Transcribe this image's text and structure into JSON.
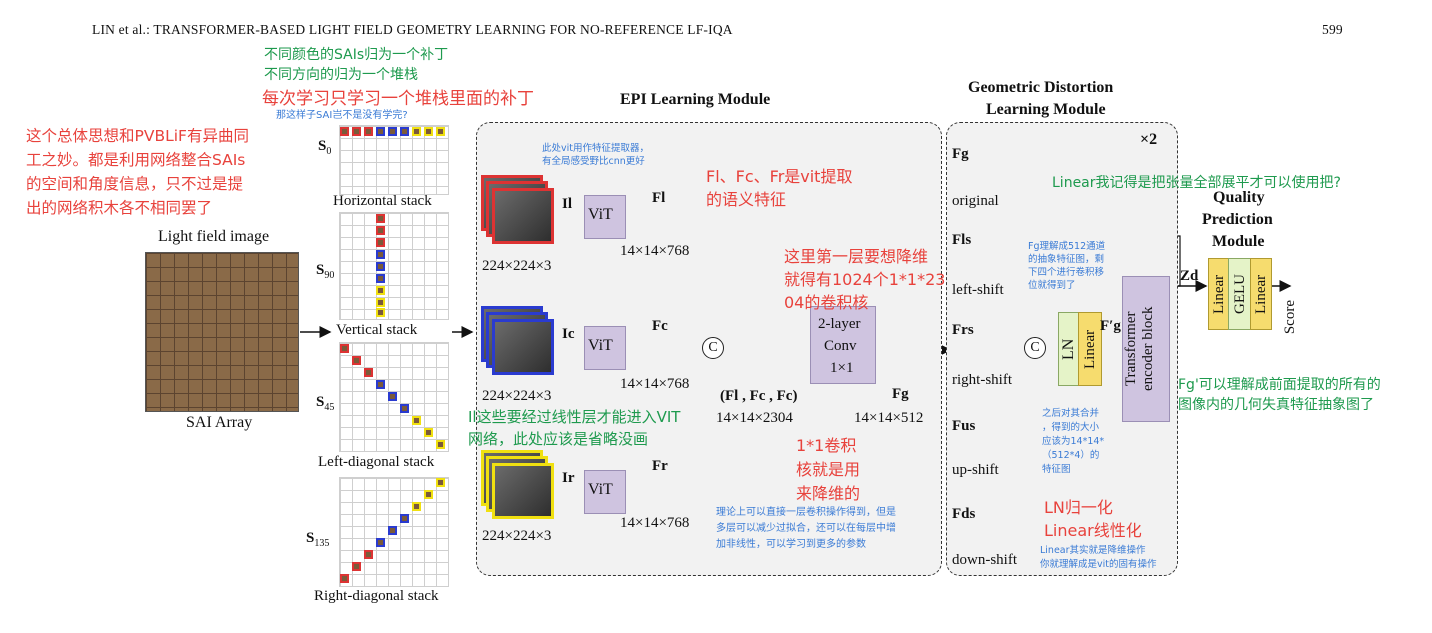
{
  "header": {
    "title": "LIN et al.: TRANSFORMER-BASED LIGHT FIELD GEOMETRY LEARNING FOR NO-REFERENCE LF-IQA",
    "page_number": "599"
  },
  "modules": {
    "epi": "EPI Learning Module",
    "gdl_line1": "Geometric Distortion",
    "gdl_line2": "Learning Module",
    "qp_line1": "Quality",
    "qp_line2": "Prediction",
    "qp_line3": "Module",
    "repeat": "×2"
  },
  "left": {
    "lf_title": "Light field image",
    "sai_array": "SAI Array",
    "s0": "S0",
    "s90": "S90",
    "s45": "S45",
    "s135": "S135",
    "h_stack": "Horizontal stack",
    "v_stack": "Vertical  stack",
    "ld_stack": "Left-diagonal stack",
    "rd_stack": "Right-diagonal stack"
  },
  "epi": {
    "vit": "ViT",
    "il": "Il",
    "ic": "Ic",
    "ir": "Ir",
    "fl": "Fl",
    "fc": "Fc",
    "fr": "Fr",
    "in_dim": "224×224×3",
    "feat_dim": "14×14×768",
    "concat_label": "(Fl , Fc , Fc)",
    "concat_dim": "14×14×2304",
    "conv_line1": "2-layer",
    "conv_line2": "Conv",
    "conv_line3": "1×1",
    "fg": "Fg",
    "fg_dim": "14×14×512",
    "c": "C"
  },
  "gdl": {
    "items": [
      {
        "sym": "Fg",
        "label": "original"
      },
      {
        "sym": "Fls",
        "label": "left-shift"
      },
      {
        "sym": "Frs",
        "label": "right-shift"
      },
      {
        "sym": "Fus",
        "label": "up-shift"
      },
      {
        "sym": "Fds",
        "label": "down-shift"
      }
    ],
    "c": "C",
    "ln": "LN",
    "linear": "Linear",
    "fg_prime": "F′g",
    "teb_line1": "Transformer",
    "teb_line2": "encoder block"
  },
  "qp": {
    "zd": "Zd",
    "linear1": "Linear",
    "gelu": "GELU",
    "linear2": "Linear",
    "score": "Score"
  },
  "annotations": {
    "g1": "不同颜色的SAIs归为一个补丁",
    "g2": "不同方向的归为一个堆栈",
    "r1": "每次学习只学习一个堆栈里面的补丁",
    "b1": "那这样子SAI岂不是没有学完?",
    "r_left_1": "这个总体思想和PVBLiF有异曲同",
    "r_left_2": "工之妙。都是利用网络整合SAIs",
    "r_left_3": "的空间和角度信息，只不过是提",
    "r_left_4": "出的网络积木各不相同罢了",
    "b_vit_1": "此处vit用作特征提取器，",
    "b_vit_2": "有全局感受野比cnn更好",
    "r_feat_1": "Fl、Fc、Fr是vit提取",
    "r_feat_2": "的语义特征",
    "r_conv_1": "这里第一层要想降维",
    "r_conv_2": "就得有1024个1*1*23",
    "r_conv_3": "04的卷积核",
    "g_linear_1": "Il这些要经过线性层才能进入VIT",
    "g_linear_2": "网络，此处应该是省略没画",
    "r_k_1": "1*1卷积",
    "r_k_2": "核就是用",
    "r_k_3": "来降维的",
    "b_theory_1": "理论上可以直接一层卷积操作得到，但是",
    "b_theory_2": "多层可以减少过拟合，还可以在每层中增",
    "b_theory_3": "加非线性，可以学习到更多的参数",
    "b_fg_1": "Fg理解成512通道",
    "b_fg_2": "的抽象特征图，剩",
    "b_fg_3": "下四个进行卷积移",
    "b_fg_4": "位就得到了",
    "b_merge_1": "之后对其合并",
    "b_merge_2": "，得到的大小",
    "b_merge_3": "应该为14*14*",
    "b_merge_4": "（512*4）的",
    "b_merge_5": "特征图",
    "r_ln_1": "LN归一化",
    "r_ln_2": "Linear线性化",
    "b_lin_1": "Linear其实就是降维操作",
    "b_lin_2": "你就理解成是vit的固有操作",
    "g_lin_q": "Linear我记得是把张量全部展平才可以使用把?",
    "g_fg_1": "Fg'可以理解成前面提取的所有的",
    "g_fg_2": "图像内的几何失真特征抽象图了"
  }
}
